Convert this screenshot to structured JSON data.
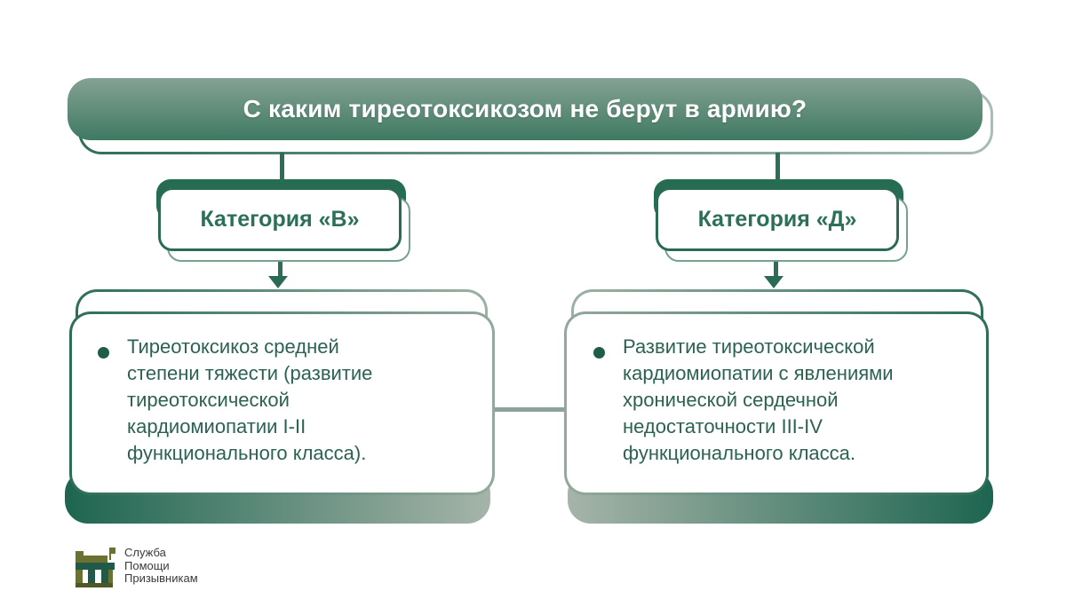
{
  "title": {
    "text": "С каким тиреотоксикозом не берут в армию?"
  },
  "branches": [
    {
      "category_label": "Категория «В»",
      "bullet_text": "Тиреотоксикоз средней\nстепени тяжести (развитие\nтиреотоксической\nкардиомиопатии I-II\nфункционального класса)."
    },
    {
      "category_label": "Категория «Д»",
      "bullet_text": "Развитие тиреотоксической\nкардиомиопатии с явлениями\nхронической сердечной\nнедостаточности III-IV\nфункционального класса."
    }
  ],
  "logo": {
    "text": "Служба\nПомощи\nПризывникам"
  },
  "colors": {
    "dark_green": "#2b6b54",
    "muted_green": "#8ba399",
    "title_gradient_top": "#84a194",
    "title_gradient_bottom": "#3f7a63",
    "bar_dark": "#1d6550",
    "bar_light": "#a6b4a9",
    "body_text": "#2c6253",
    "category_dark_band": "#266c52",
    "logo_olive": "#6b712f",
    "logo_teal": "#215a49",
    "logo_text": "#3a3a3a"
  }
}
